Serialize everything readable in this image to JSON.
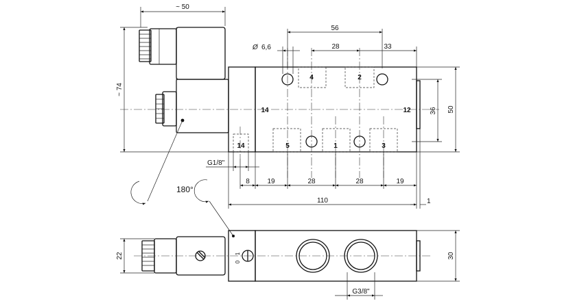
{
  "dimensions": {
    "top_width": "~ 50",
    "height_left": "~ 74",
    "hole_dia_symbol": "Ø",
    "hole_dia": "6,6",
    "spacing_56": "56",
    "spacing_28_top": "28",
    "spacing_33": "33",
    "height_36": "36",
    "height_50": "50",
    "pilot_thread": "G1/8\"",
    "d8": "8",
    "d19a": "19",
    "d28a": "28",
    "d28b": "28",
    "d19b": "19",
    "total_110": "110",
    "d1": "1",
    "side_22": "22",
    "side_30": "30",
    "port_thread": "G3/8\""
  },
  "ports": {
    "p4": "4",
    "p2": "2",
    "p14_center": "14",
    "p12": "12",
    "p14_pilot": "14",
    "p5": "5",
    "p1": "1",
    "p3": "3"
  },
  "rotation_label": "180°",
  "switch_labels": {
    "one": "1",
    "zero": "0"
  }
}
